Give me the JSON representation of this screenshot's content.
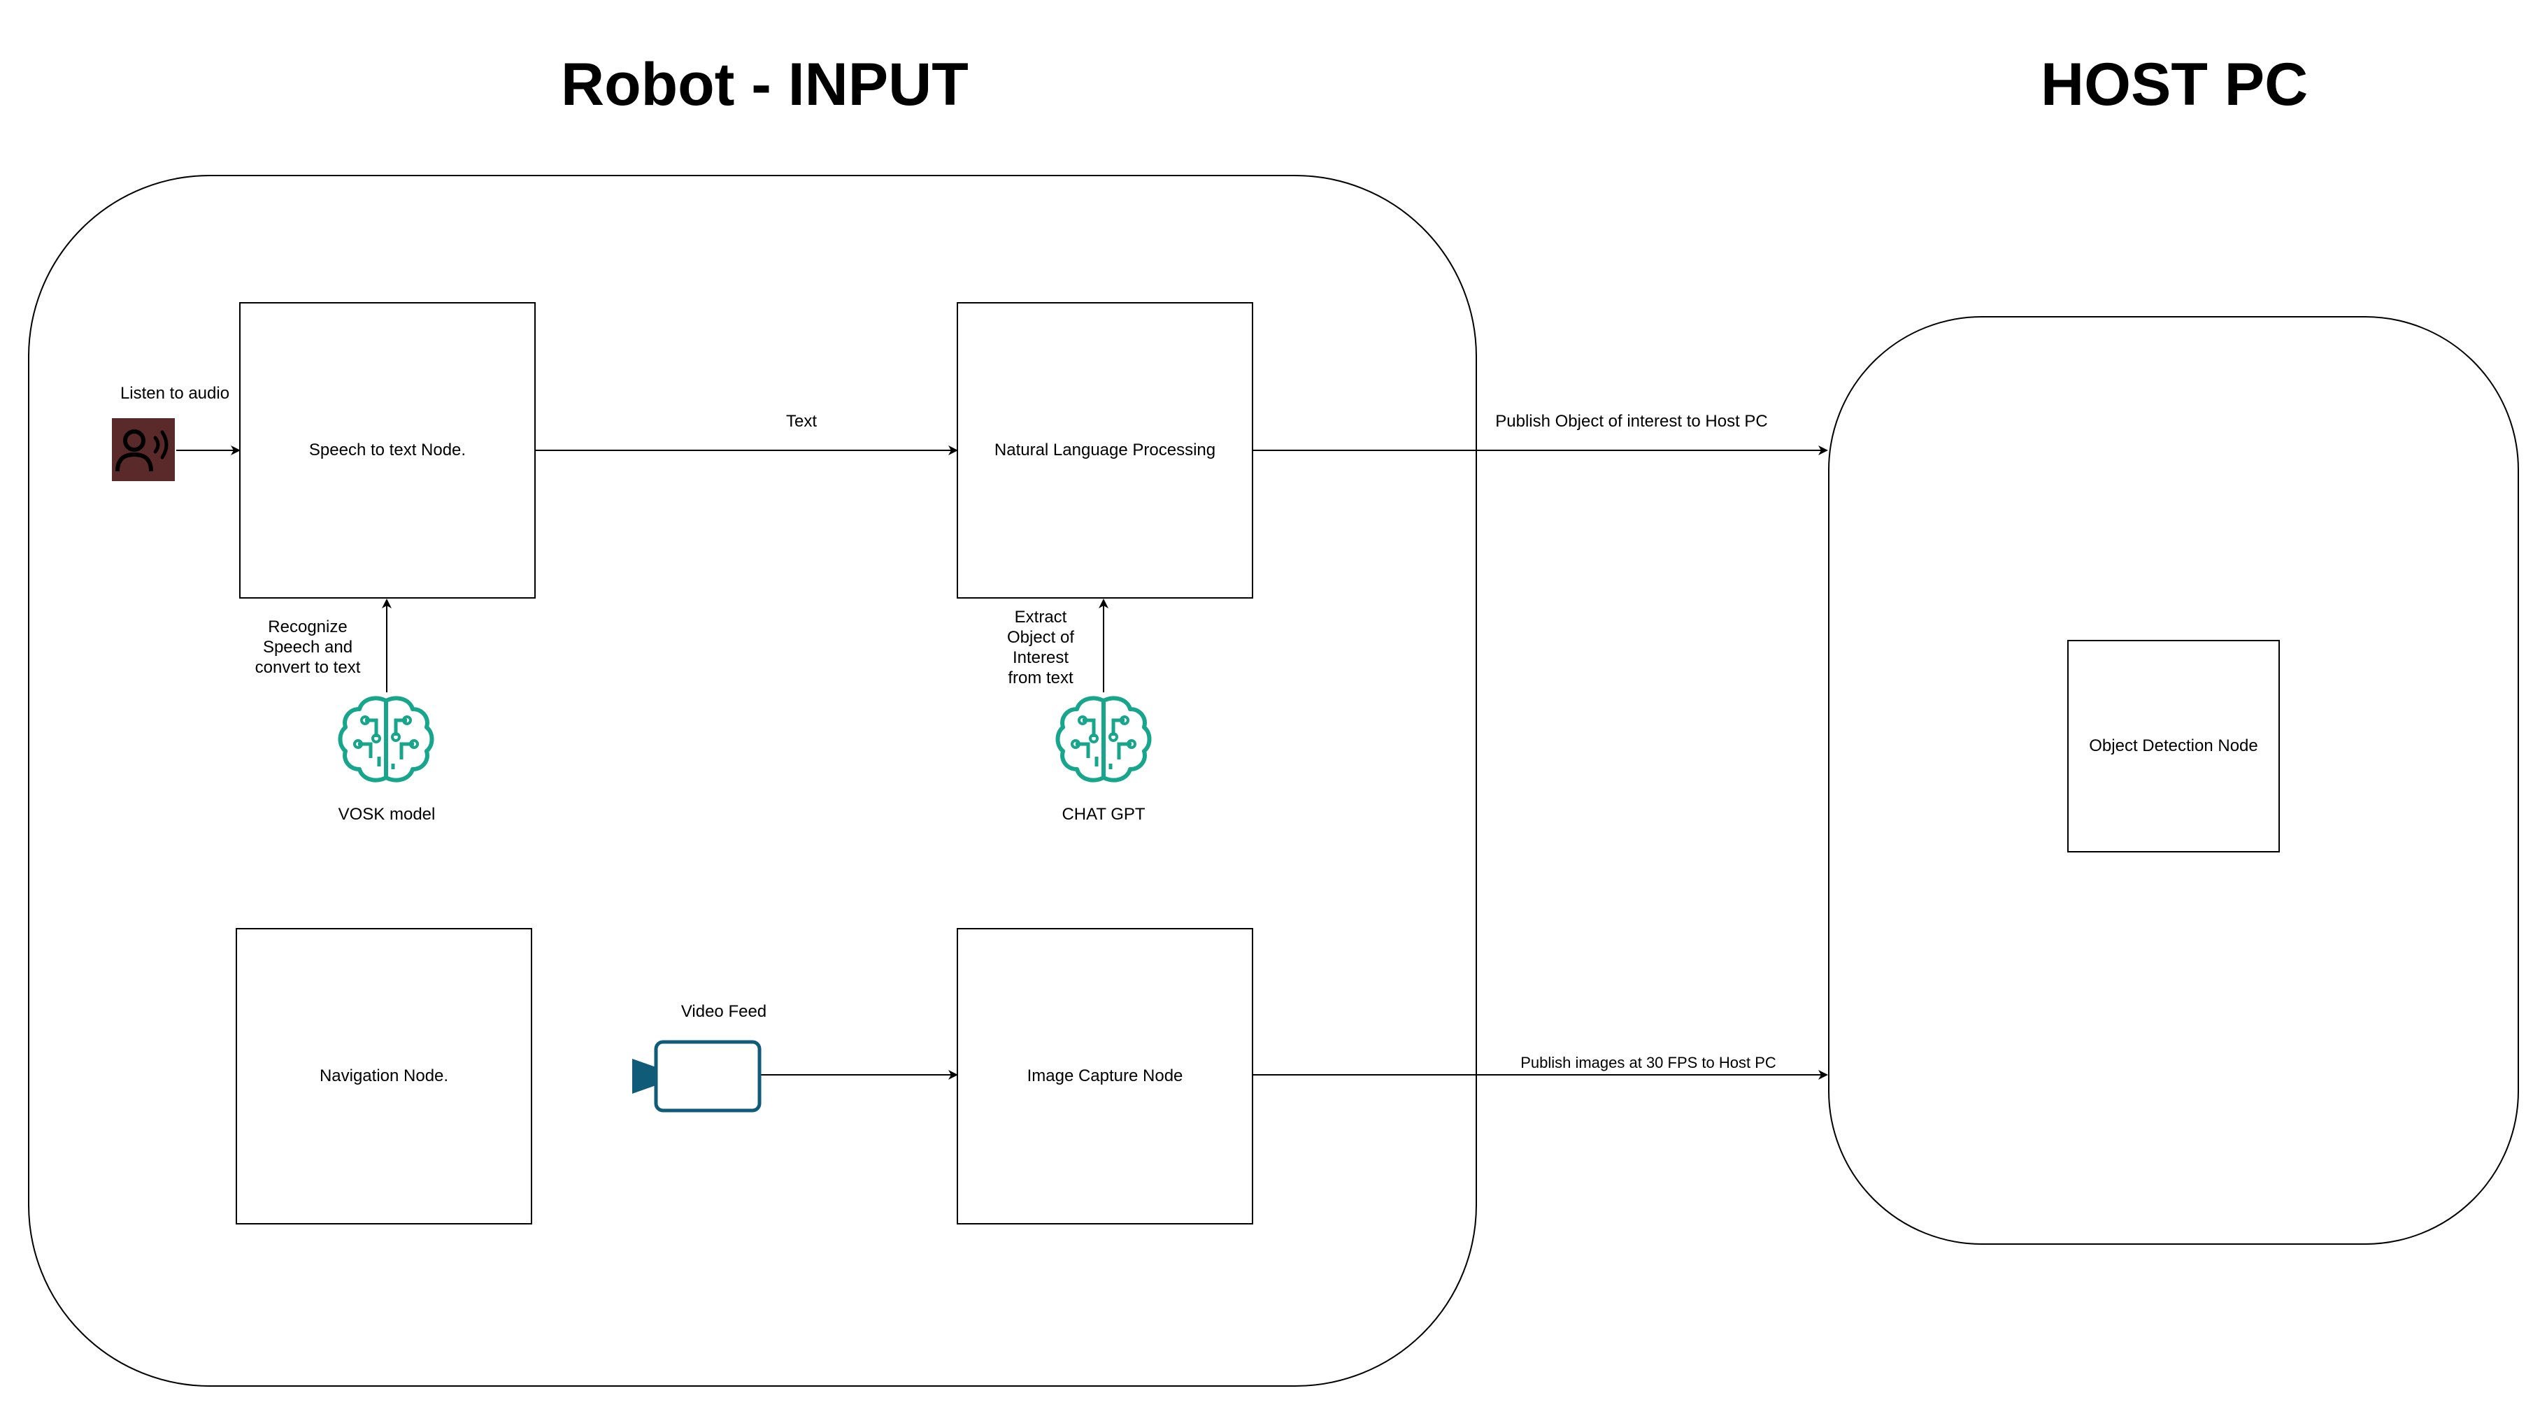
{
  "headings": {
    "robot": "Robot - INPUT",
    "host": "HOST PC"
  },
  "nodes": {
    "speech_to_text": "Speech to text Node.",
    "nlp": "Natural Language Processing",
    "navigation": "Navigation Node.",
    "image_capture": "Image Capture Node",
    "object_detection": "Object Detection Node"
  },
  "labels": {
    "listen_audio": "Listen to audio",
    "text": "Text",
    "recognize": "Recognize\nSpeech and\nconvert to text",
    "extract": "Extract\nObject of\nInterest\nfrom text",
    "vosk": "VOSK model",
    "chatgpt": "CHAT GPT",
    "video_feed": "Video Feed",
    "publish_object": "Publish Object of interest to Host PC",
    "publish_images": "Publish images at 30 FPS to Host PC"
  },
  "icons": {
    "audio": "speaker-person-icon",
    "brain": "ai-brain-circuit-icon",
    "camera": "video-camera-icon"
  },
  "colors": {
    "audio_icon_bg": "#5a2a2a",
    "brain_icon": "#17a58b",
    "camera_icon": "#0f5b78"
  }
}
